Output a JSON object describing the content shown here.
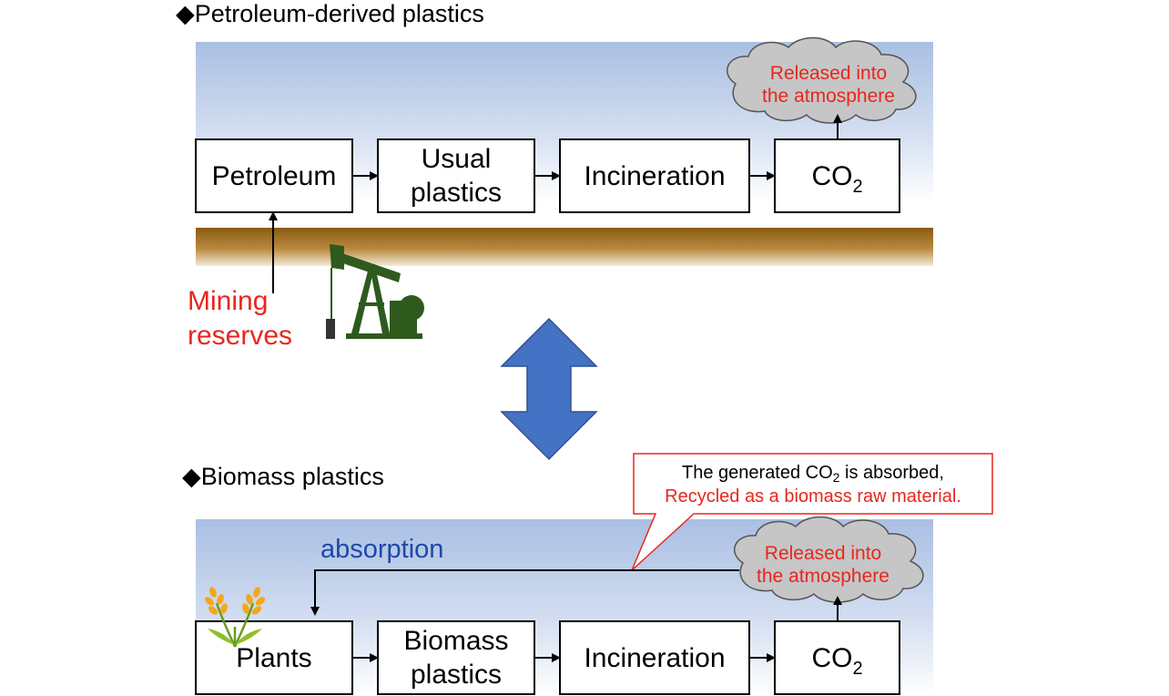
{
  "petroleum_section": {
    "title": "◆Petroleum-derived plastics",
    "boxes": {
      "petroleum": "Petroleum",
      "usual_plastics_line1": "Usual",
      "usual_plastics_line2": "plastics",
      "incineration": "Incineration",
      "co2_main": "CO",
      "co2_sub": "2"
    },
    "cloud_line1": "Released into",
    "cloud_line2": "the atmosphere",
    "mining_line1": "Mining",
    "mining_line2": "reserves",
    "pump_icon": "oil-pumpjack-icon"
  },
  "biomass_section": {
    "title": "◆Biomass plastics",
    "boxes": {
      "plants": "Plants",
      "biomass_plastics_line1": "Biomass",
      "biomass_plastics_line2": "plastics",
      "incineration": "Incineration",
      "co2_main": "CO",
      "co2_sub": "2"
    },
    "cloud_line1": "Released into",
    "cloud_line2": "the atmosphere",
    "absorption_label": "absorption",
    "callout": {
      "line1_prefix": "The generated CO",
      "line1_sub": "2",
      "line1_suffix": " is absorbed,",
      "line2": "Recycled as a biomass raw material."
    },
    "plant_icon": "wheat-icon"
  },
  "comparison_arrow_icon": "double-arrow-icon",
  "colors": {
    "red_text": "#e8261e",
    "blue_text": "#1f48a8",
    "cloud_fill": "#c6c6c6",
    "big_arrow": "#4472c4",
    "pump": "#2e5a1e",
    "ground": "#8a5a14"
  }
}
